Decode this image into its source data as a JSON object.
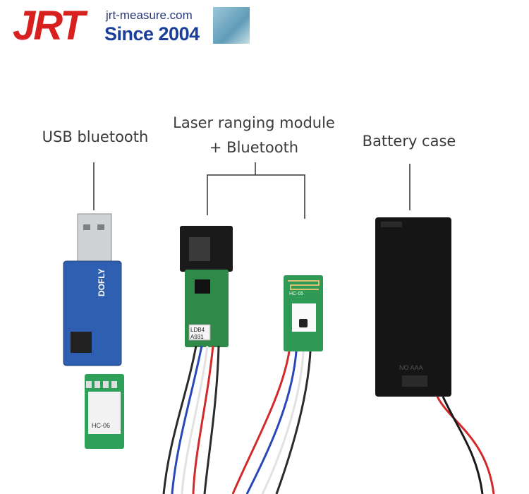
{
  "logo": {
    "brand": "JRT",
    "url": "jrt-measure.com",
    "since": "Since 2004"
  },
  "labels": {
    "usb_bluetooth": "USB bluetooth",
    "laser_module_line1": "Laser ranging module",
    "laser_module_line2": "+ Bluetooth",
    "battery_case": "Battery case"
  },
  "board_text": {
    "usb_board_brand": "DOFLY",
    "hc_module": "HC-06",
    "hc_module_small": "HC-05",
    "laser_sticker_1": "LDB4",
    "laser_sticker_2": "A931",
    "battery_marking": "NO AAA"
  },
  "colors": {
    "brand_red": "#d8201f",
    "brand_blue": "#1a3f9a",
    "pcb_green": "#2f8a4a",
    "usb_blue": "#2f5fb0"
  }
}
